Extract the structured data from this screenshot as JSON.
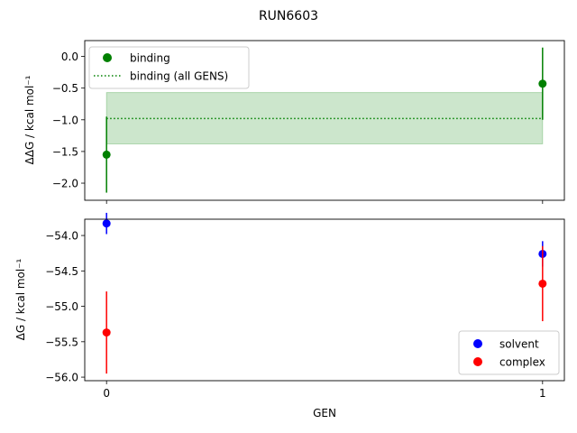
{
  "chart_data": [
    {
      "type": "scatter",
      "title": "RUN6603",
      "xlabel": "",
      "ylabel": "ΔΔG / kcal mol⁻¹",
      "x": [
        0,
        1
      ],
      "xticks": [
        "0",
        "1"
      ],
      "show_xtick_labels": false,
      "xlim": [
        -0.05,
        1.05
      ],
      "ylim": [
        -2.27,
        0.25
      ],
      "yticks": [
        "0.0",
        "-0.5",
        "-1.0",
        "-1.5",
        "-2.0"
      ],
      "grid": false,
      "legend": "top-left",
      "series": [
        {
          "name": "binding",
          "color": "#008000",
          "marker": "circle",
          "values": [
            -1.55,
            -0.43
          ],
          "errors": [
            0.6,
            0.57
          ]
        }
      ],
      "reference": {
        "name": "binding (all GENS)",
        "color": "#008000",
        "style": "dotted",
        "value": -0.98,
        "band": [
          -1.38,
          -0.57
        ],
        "band_color": "#008000",
        "x_range": [
          0,
          1
        ]
      }
    },
    {
      "type": "scatter",
      "xlabel": "GEN",
      "ylabel": "ΔG / kcal mol⁻¹",
      "x": [
        0,
        1
      ],
      "xticks": [
        "0",
        "1"
      ],
      "show_xtick_labels": true,
      "xlim": [
        -0.05,
        1.05
      ],
      "ylim": [
        -56.05,
        -53.77
      ],
      "yticks": [
        "-54.0",
        "-54.5",
        "-55.0",
        "-55.5",
        "-56.0"
      ],
      "grid": false,
      "legend": "bottom-right",
      "series": [
        {
          "name": "solvent",
          "color": "#0000ff",
          "marker": "circle",
          "values": [
            -53.83,
            -54.26
          ],
          "errors": [
            0.15,
            0.18
          ]
        },
        {
          "name": "complex",
          "color": "#ff0000",
          "marker": "circle",
          "values": [
            -55.37,
            -54.68
          ],
          "errors": [
            0.58,
            0.53
          ]
        }
      ]
    }
  ]
}
